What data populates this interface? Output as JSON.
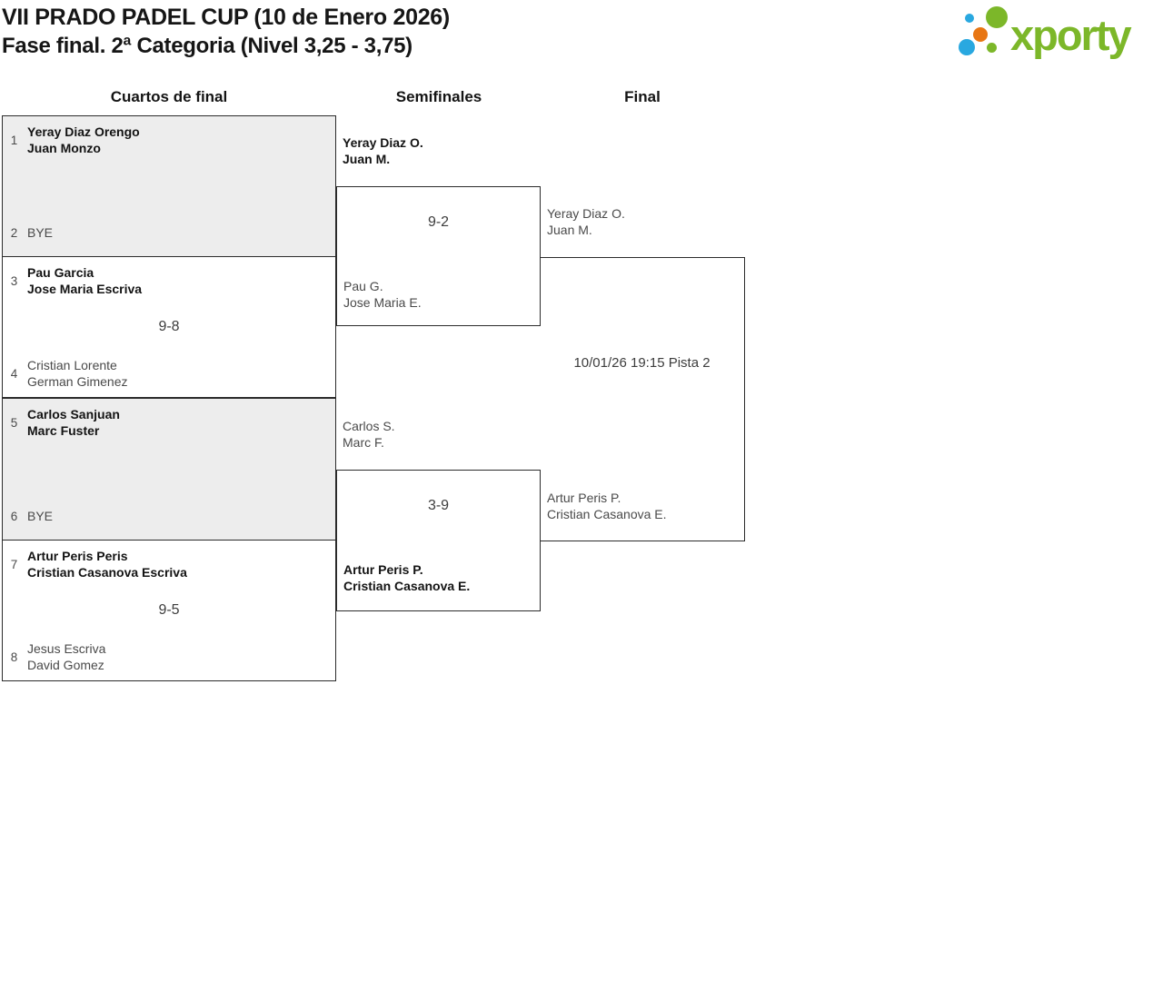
{
  "header": {
    "title_line1": "VII PRADO PADEL CUP (10 de Enero 2026)",
    "title_line2": "Fase final. 2ª Categoria (Nivel 3,25 - 3,75)",
    "logo": {
      "text": "xporty",
      "green": "#7cb729",
      "blue": "#29a8e0",
      "orange": "#e87613"
    }
  },
  "columns": {
    "quarterfinals": "Cuartos de final",
    "semifinals": "Semifinales",
    "final": "Final"
  },
  "bracket": {
    "quarterfinals": [
      {
        "top": {
          "seed": "1",
          "lines": [
            "Yeray Diaz Orengo",
            "Juan Monzo"
          ]
        },
        "bottom": {
          "seed": "2",
          "lines": [
            "BYE"
          ]
        },
        "score": ""
      },
      {
        "top": {
          "seed": "3",
          "lines": [
            "Pau Garcia",
            "Jose Maria Escriva"
          ]
        },
        "bottom": {
          "seed": "4",
          "lines": [
            "Cristian Lorente",
            "German Gimenez"
          ]
        },
        "score": "9-8"
      },
      {
        "top": {
          "seed": "5",
          "lines": [
            "Carlos Sanjuan",
            "Marc Fuster"
          ]
        },
        "bottom": {
          "seed": "6",
          "lines": [
            "BYE"
          ]
        },
        "score": ""
      },
      {
        "top": {
          "seed": "7",
          "lines": [
            "Artur Peris Peris",
            "Cristian Casanova Escriva"
          ]
        },
        "bottom": {
          "seed": "8",
          "lines": [
            "Jesus Escriva",
            "David Gomez"
          ]
        },
        "score": "9-5"
      }
    ],
    "semifinals": [
      {
        "top": {
          "lines": [
            "Yeray Diaz O.",
            "Juan M."
          ]
        },
        "bottom": {
          "lines": [
            "Pau G.",
            "Jose Maria E."
          ]
        },
        "score": "9-2"
      },
      {
        "top": {
          "lines": [
            "Carlos S.",
            "Marc F."
          ]
        },
        "bottom": {
          "lines": [
            "Artur Peris P.",
            "Cristian Casanova E."
          ]
        },
        "score": "3-9"
      }
    ],
    "final": {
      "top": {
        "lines": [
          "Yeray Diaz O.",
          "Juan M."
        ]
      },
      "bottom": {
        "lines": [
          "Artur Peris P.",
          "Cristian Casanova E."
        ]
      },
      "schedule": "10/01/26 19:15 Pista 2"
    }
  }
}
